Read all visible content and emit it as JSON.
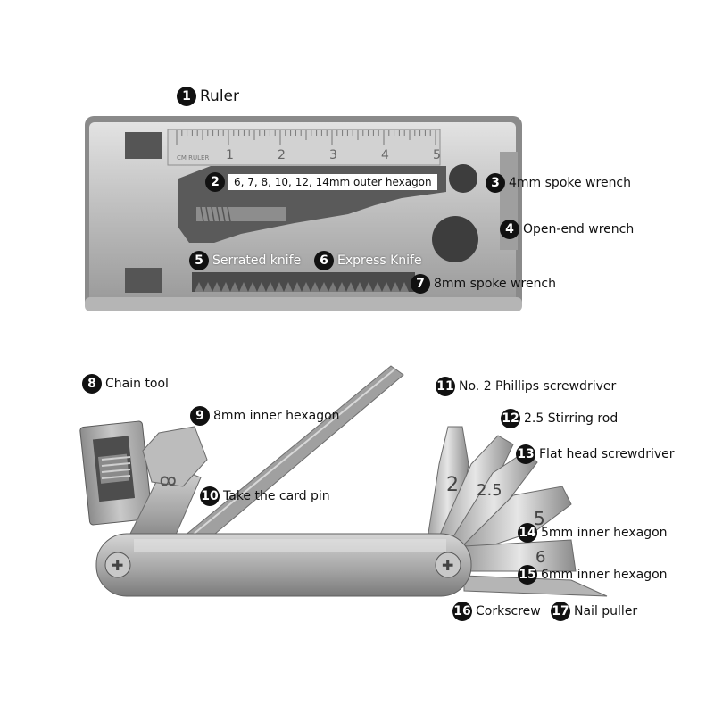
{
  "ruler_marks": [
    "1",
    "2",
    "3",
    "4",
    "5"
  ],
  "ruler_brand": "CM RULER",
  "stamped_digits": {
    "hex_small": "8",
    "bit_2": "2",
    "bit_25": "2.5",
    "bit_5": "5",
    "bit_6": "6"
  },
  "callouts": [
    {
      "num": "1",
      "label": "Ruler"
    },
    {
      "num": "2",
      "label": "6, 7, 8, 10, 12, 14mm outer hexagon"
    },
    {
      "num": "3",
      "label": "4mm spoke wrench"
    },
    {
      "num": "4",
      "label": "Open-end wrench"
    },
    {
      "num": "5",
      "label": "Serrated knife"
    },
    {
      "num": "6",
      "label": "Express Knife"
    },
    {
      "num": "7",
      "label": "8mm spoke wrench"
    },
    {
      "num": "8",
      "label": "Chain tool"
    },
    {
      "num": "9",
      "label": "8mm inner hexagon"
    },
    {
      "num": "10",
      "label": "Take the card pin"
    },
    {
      "num": "11",
      "label": "No. 2 Phillips screwdriver"
    },
    {
      "num": "12",
      "label": "2.5 Stirring rod"
    },
    {
      "num": "13",
      "label": "Flat head screwdriver"
    },
    {
      "num": "14",
      "label": "5mm inner hexagon"
    },
    {
      "num": "15",
      "label": "6mm inner hexagon"
    },
    {
      "num": "16",
      "label": "Corkscrew"
    },
    {
      "num": "17",
      "label": "Nail puller"
    }
  ],
  "colors": {
    "metal_light": "#d9d9d9",
    "metal_mid": "#a9a9a9",
    "metal_dark": "#5f5f5f",
    "badge": "#111111"
  }
}
